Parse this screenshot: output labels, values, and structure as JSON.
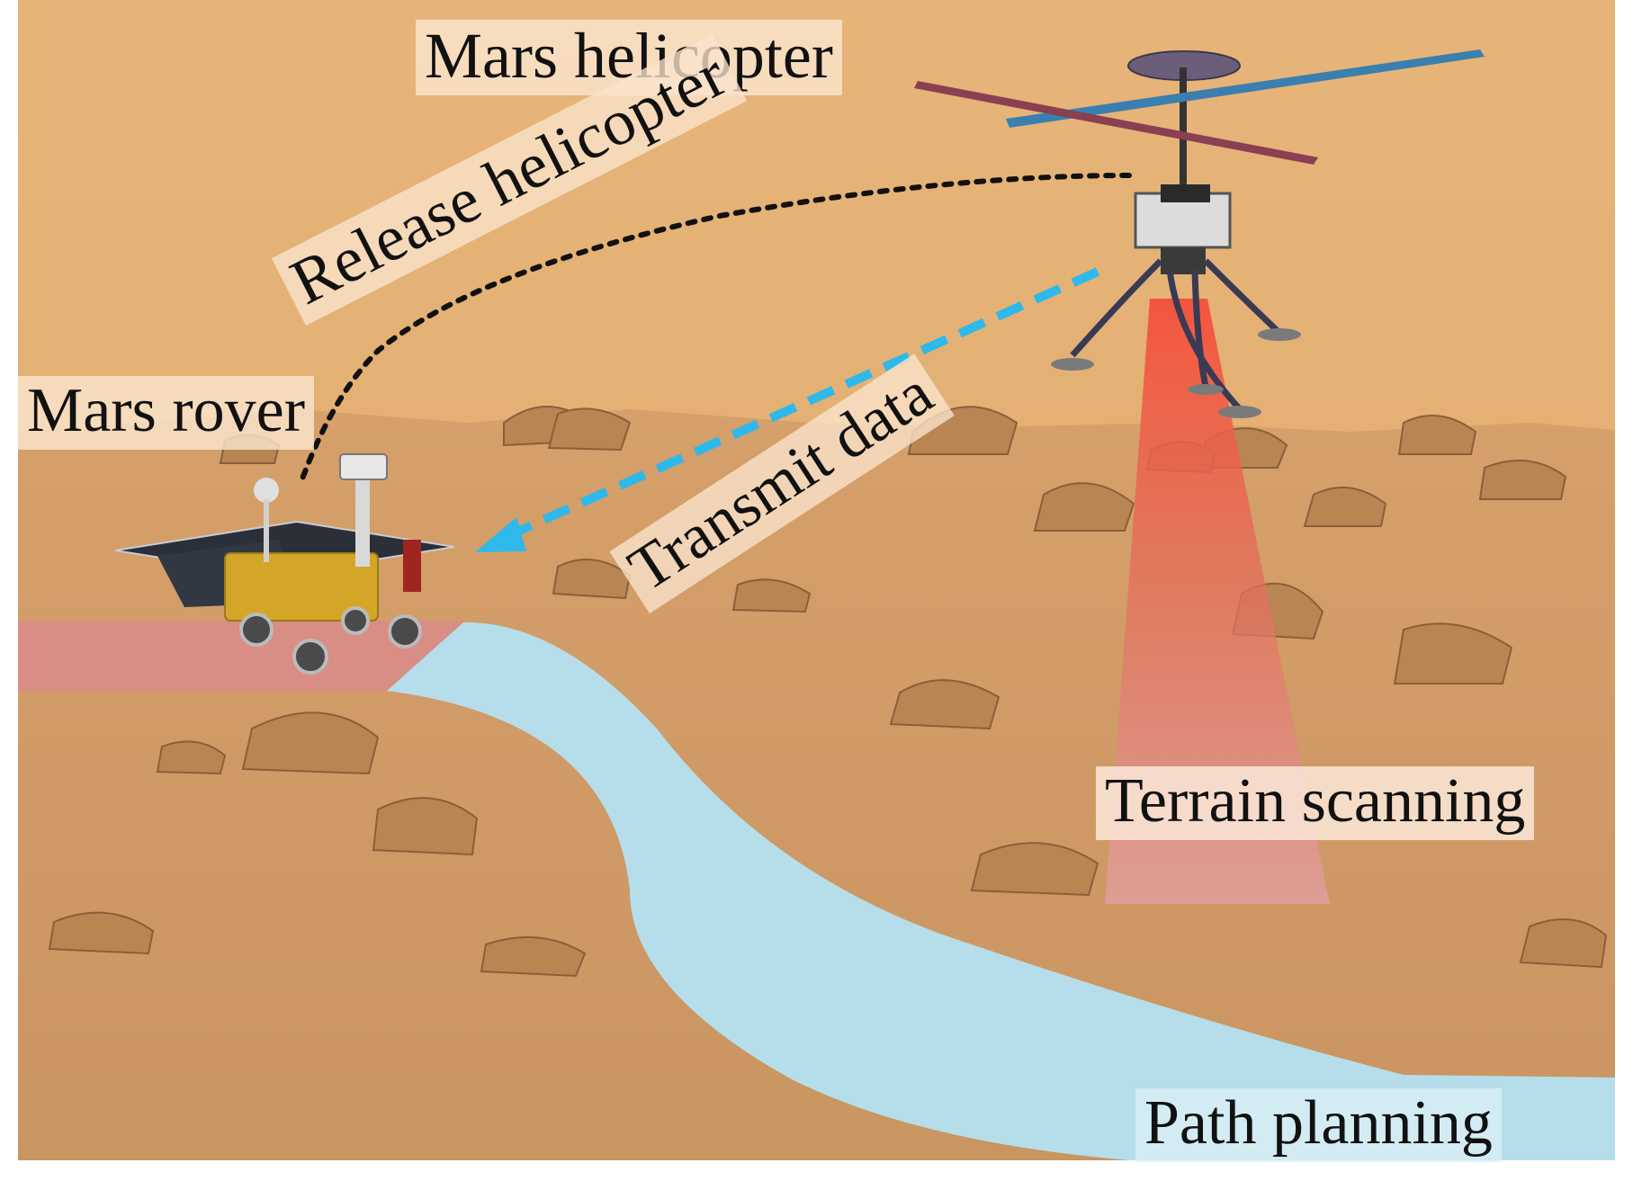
{
  "labels": {
    "mars_helicopter": "Mars helicopter",
    "release_helicopter": "Release helicopter",
    "mars_rover": "Mars rover",
    "transmit_data": "Transmit data",
    "terrain_scanning": "Terrain scanning",
    "path_planning": "Path planning"
  },
  "colors": {
    "sky": "#e3ae72",
    "ground": "#cf9e6a",
    "path": "#b7dfea",
    "scan_beam": "#f0503a",
    "transmit_arrow": "#2fb8ea",
    "release_arc": "#111111",
    "rover_zone": "#d98a8e"
  }
}
